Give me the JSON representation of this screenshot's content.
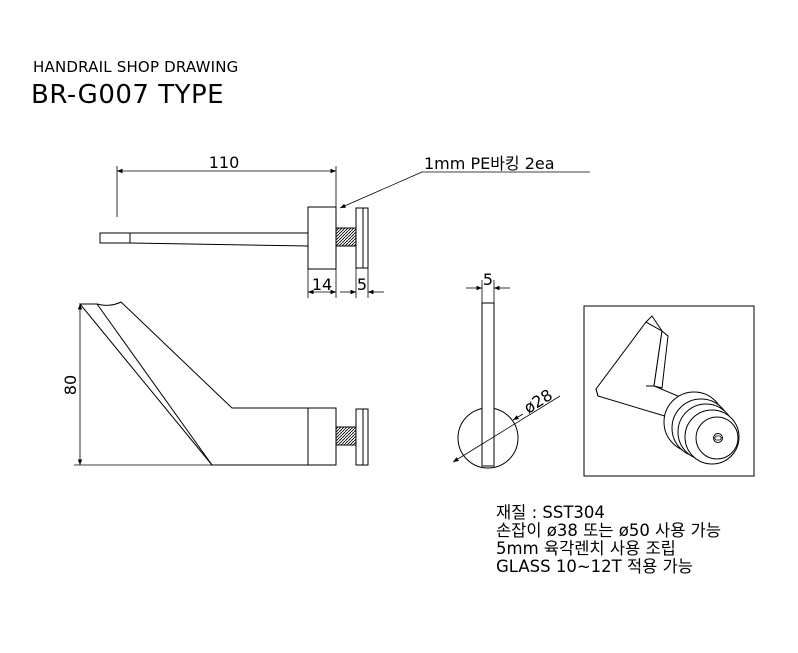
{
  "header": {
    "subtitle": "HANDRAIL SHOP DRAWING",
    "title": "BR-G007 TYPE"
  },
  "dimensions": {
    "length": "110",
    "block_width": "14",
    "plate_width": "5",
    "height": "80",
    "thickness": "5",
    "diameter": "ø28"
  },
  "callouts": {
    "packing": "1mm PE바킹 2ea"
  },
  "notes": [
    "재질 : SST304",
    "손잡이 ø38 또는 ø50 사용 가능",
    "5mm 육각렌치 사용 조립",
    "GLASS 10~12T 적용 가능"
  ]
}
